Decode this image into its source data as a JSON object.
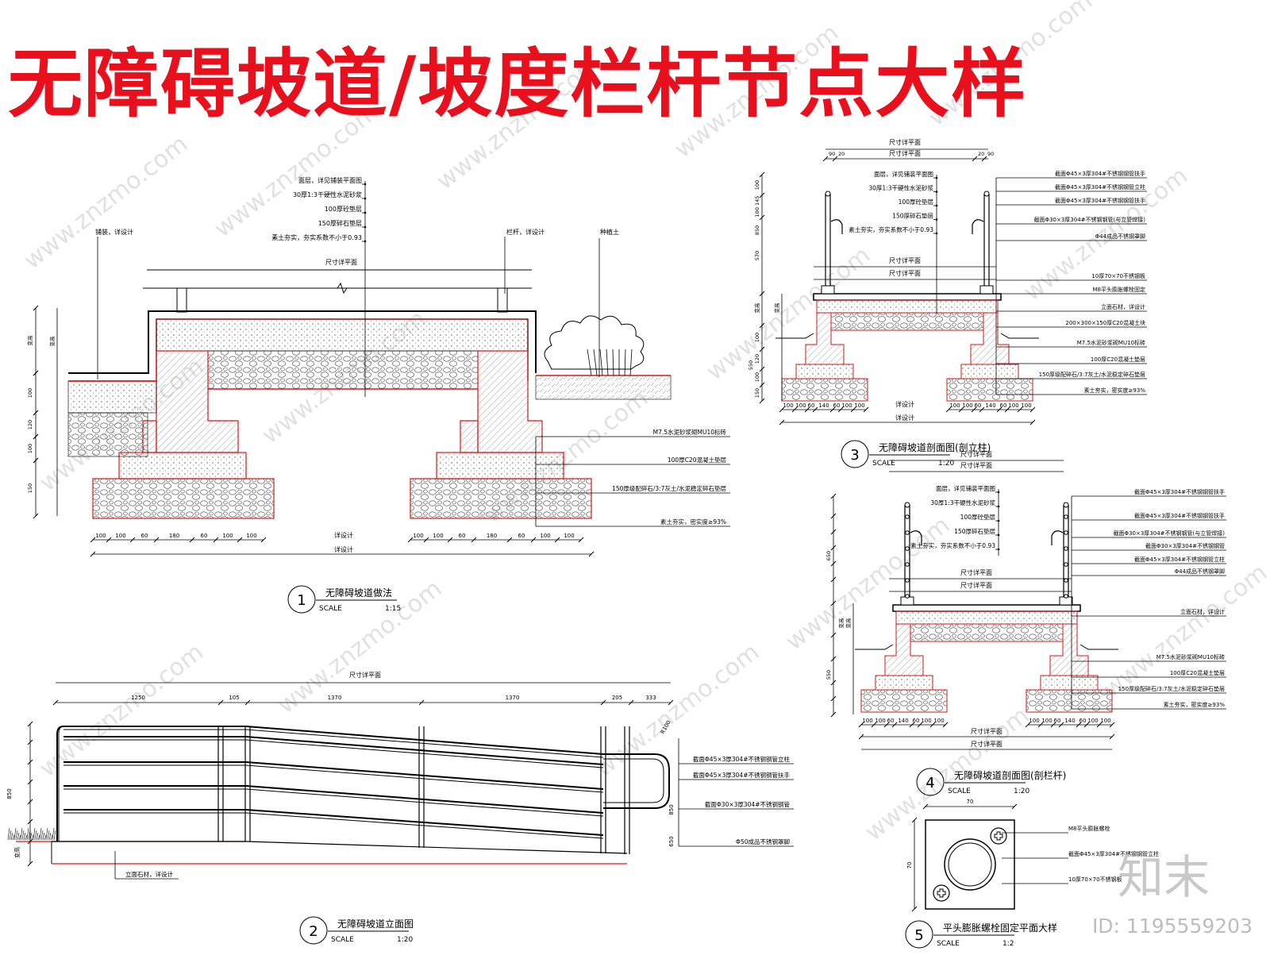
{
  "title": "无障碍坡道/坡度栏杆节点大样",
  "watermark": {
    "site": "www.znzmo.com",
    "brand": "知末",
    "id_label": "ID: 1195559203"
  },
  "colors": {
    "title": "#e8101c",
    "line": "#000000",
    "red": "#d61a1a",
    "watermark": "#c9c9c9"
  },
  "common": {
    "scale": "SCALE",
    "size_plan": "尺寸详平面",
    "detail": "详设计",
    "var_h": "变高"
  },
  "detail1": {
    "num": "1",
    "name": "无障碍坡道做法",
    "scale_val": "1:15",
    "layers": [
      "面层，详见铺装平面图",
      "30厚1:3干硬性水泥砂浆",
      "100厚砼垫层",
      "150厚碎石垫层",
      "素土夯实，夯实系数不小于0.93"
    ],
    "left_label": "铺装，详设计",
    "rail_label": "栏杆，详设计",
    "plant_label": "种植土",
    "base_labels": [
      "M7.5水泥砂浆砌MU10标砖",
      "100厚C20混凝土垫层",
      "150厚级配碎石/3:7灰土/水泥稳定碎石垫层",
      "素土夯实，密实度≥93%"
    ],
    "v_dims": [
      "变高",
      "100",
      "120",
      "100",
      "150"
    ],
    "h_dims": [
      "100",
      "100",
      "60",
      "180",
      "60",
      "100",
      "100",
      "100",
      "100",
      "60",
      "180",
      "60",
      "100",
      "100"
    ]
  },
  "detail2": {
    "num": "2",
    "name": "无障碍坡道立面图",
    "scale_val": "1:20",
    "top_dims": [
      "1250",
      "105",
      "1370",
      "1370",
      "205",
      "333"
    ],
    "callouts": [
      "截面Φ45×3厚304#不锈钢钢管立柱",
      "截面Φ45×3厚304#不锈钢钢管扶手",
      "截面Φ30×3厚304#不锈钢钢管",
      "Φ50成品不锈钢罩脚"
    ],
    "bottom_label": "立面石材，详设计",
    "v_dims": [
      "850",
      "650",
      "变高"
    ],
    "r_label": "R100",
    "r_dims": [
      "850",
      "650"
    ]
  },
  "detail3": {
    "num": "3",
    "name": "无障碍坡道剖面图(剖立柱)",
    "scale_val": "1:20",
    "top_dims": [
      "90",
      "20",
      "20",
      "90"
    ],
    "layers": [
      "面层，详见铺装平面图",
      "30厚1:3干硬性水泥砂浆",
      "100厚砼垫层",
      "150厚碎石垫层",
      "素土夯实，夯实系数不小于0.93"
    ],
    "callouts": [
      "截面Φ45×3厚304#不锈钢钢管扶手",
      "截面Φ45×3厚304#不锈钢钢管立柱",
      "截面Φ45×3厚304#不锈钢钢管扶手",
      "截面Φ30×3厚304#不锈钢钢管(与立管焊接)",
      "Φ44成品不锈钢罩脚",
      "10厚70×70不锈钢板",
      "M8平头膨胀螺栓固定",
      "立面石材，详设计",
      "200×300×150厚C20混凝土块",
      "M7.5水泥砂浆砌MU10标砖",
      "100厚C20混凝土垫层",
      "150厚级配碎石/3:7灰土/水泥稳定碎石垫层",
      "素土夯实，密实度≥93%"
    ],
    "v_dims": [
      "100",
      "100 145",
      "570",
      "850",
      "变高",
      "变高",
      "100",
      "120",
      "100",
      "150",
      "550"
    ],
    "h_dims": [
      "100",
      "100",
      "60",
      "140",
      "60",
      "100",
      "100",
      "100",
      "100",
      "60",
      "140",
      "60",
      "100",
      "100"
    ]
  },
  "detail4": {
    "num": "4",
    "name": "无障碍坡道剖面图(剖栏杆)",
    "scale_val": "1:20",
    "layers": [
      "面层，详见铺装平面图",
      "30厚1:3干硬性水泥砂浆",
      "100厚砼垫层",
      "150厚碎石垫层",
      "素土夯实，夯实系数不小于0.93"
    ],
    "callouts": [
      "截面Φ45×3厚304#不锈钢钢管扶手",
      "截面Φ45×3厚304#不锈钢钢管扶手",
      "截面Φ30×3厚304#不锈钢钢管(与立管焊接)",
      "截面Φ30×3厚304#不锈钢钢管",
      "截面Φ45×3厚304#不锈钢钢管立柱",
      "Φ44成品不锈钢罩脚",
      "立面石材，详设计",
      "M7.5水泥砂浆砌MU10标砖",
      "100厚C20混凝土垫层",
      "150厚级配碎石/3:7灰土/水泥稳定碎石垫层",
      "素土夯实，密实度≥93%"
    ],
    "v_dims": [
      "650",
      "550",
      "变高",
      "变高"
    ],
    "h_dims": [
      "100",
      "100",
      "60",
      "140",
      "60",
      "100",
      "100",
      "100",
      "100",
      "60",
      "140",
      "60",
      "100",
      "100"
    ]
  },
  "detail5": {
    "num": "5",
    "name": "平头膨胀螺栓固定平面大样",
    "scale_val": "1:2",
    "dims": [
      "70",
      "70"
    ],
    "callouts": [
      "M8平头膨胀螺栓",
      "截面Φ45×3厚304#不锈钢钢管立柱",
      "10厚70×70不锈钢板"
    ]
  }
}
